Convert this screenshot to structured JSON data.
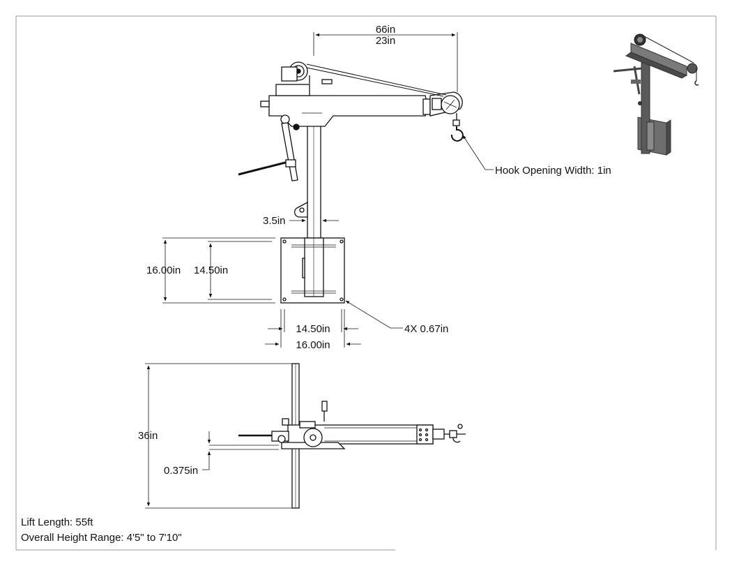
{
  "dimensions": {
    "top_width_primary": "66in",
    "top_width_secondary": "23in",
    "hook_opening": "Hook Opening Width: 1in",
    "post_width": "3.5in",
    "plate_height_outer": "16.00in",
    "plate_height_inner": "14.50in",
    "plate_width_inner": "14.50in",
    "plate_width_outer": "16.00in",
    "holes": "4X 0.67in",
    "side_height": "36in",
    "side_offset": "0.375in"
  },
  "notes": {
    "lift_length": "Lift Length: 55ft",
    "height_range": "Overall Height Range: 4'5\" to 7'10\""
  },
  "colors": {
    "line": "#111111",
    "part_fill": "#ffffff",
    "iso_dark": "#4a4a4a",
    "iso_mid": "#7a7a7a",
    "iso_light": "#b0b0b0"
  },
  "icons": {
    "winch": "winch-drum-icon",
    "hook": "crane-hook-icon",
    "pulley": "pulley-sheave-icon"
  }
}
